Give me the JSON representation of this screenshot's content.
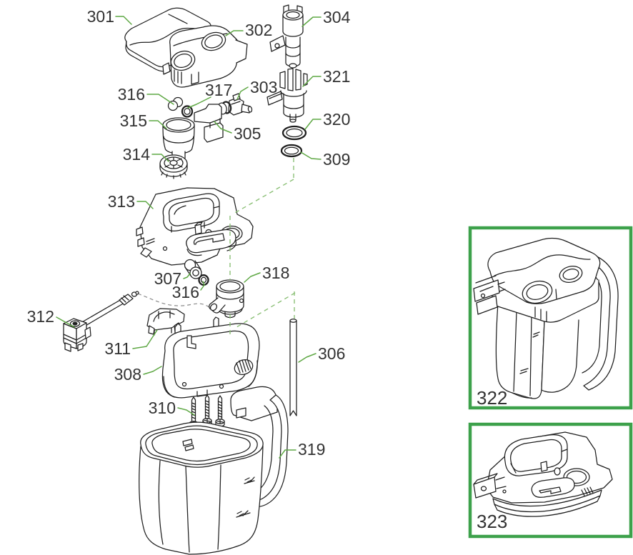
{
  "diagram": {
    "kind": "exploded-parts-diagram",
    "colors": {
      "background": "#ffffff",
      "artwork_line": "#1f1f1f",
      "label_text": "#333333",
      "leader_line_green": "#5fa845",
      "assembly_axis_green": "#8cc077",
      "tube_axis_gray": "#8a8a8a",
      "inset_border_green": "#3da14b"
    },
    "part_labels": {
      "p301": "301",
      "p302": "302",
      "p303": "303",
      "p304": "304",
      "p305": "305",
      "p306": "306",
      "p307": "307",
      "p308": "308",
      "p309": "309",
      "p310": "310",
      "p311": "311",
      "p312": "312",
      "p313": "313",
      "p314": "314",
      "p315": "315",
      "p316_upper": "316",
      "p316_lower": "316",
      "p317": "317",
      "p318": "318",
      "p319": "319",
      "p320": "320",
      "p321": "321"
    },
    "inset_labels": {
      "p322": "322",
      "p323": "323"
    }
  }
}
